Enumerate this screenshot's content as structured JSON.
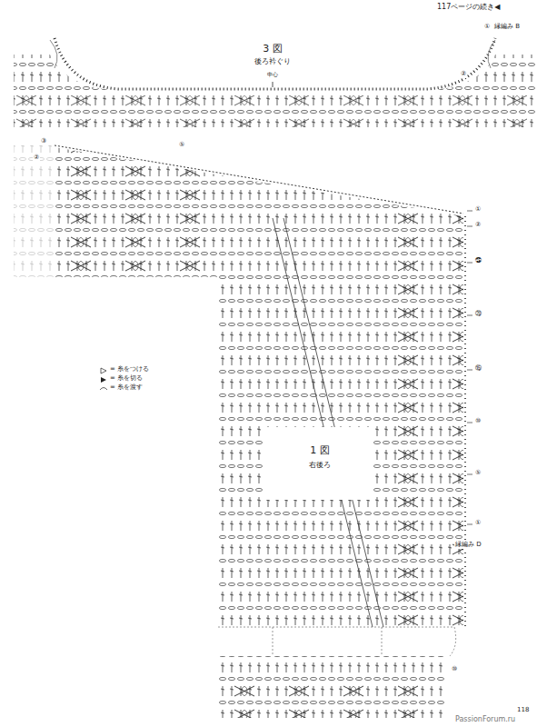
{
  "diagram": {
    "labels": [
      "117ページの続き◀",
      "①",
      "縁編み B",
      "3 図",
      "後ろ衿ぐり",
      "中心",
      "②",
      "③",
      "②",
      "⑤",
      "①",
      "②",
      "㉕",
      "⑳",
      "⑮",
      "⑩",
      "⑤",
      "①",
      "縁編み D",
      "⑩",
      "1 図",
      "右後ろ",
      "118",
      "PassionForum.ru"
    ],
    "legend": [
      {
        "text": "= 糸をつける"
      },
      {
        "text": "= 糸を切る"
      },
      {
        "text": "= 糸を渡す"
      }
    ]
  }
}
